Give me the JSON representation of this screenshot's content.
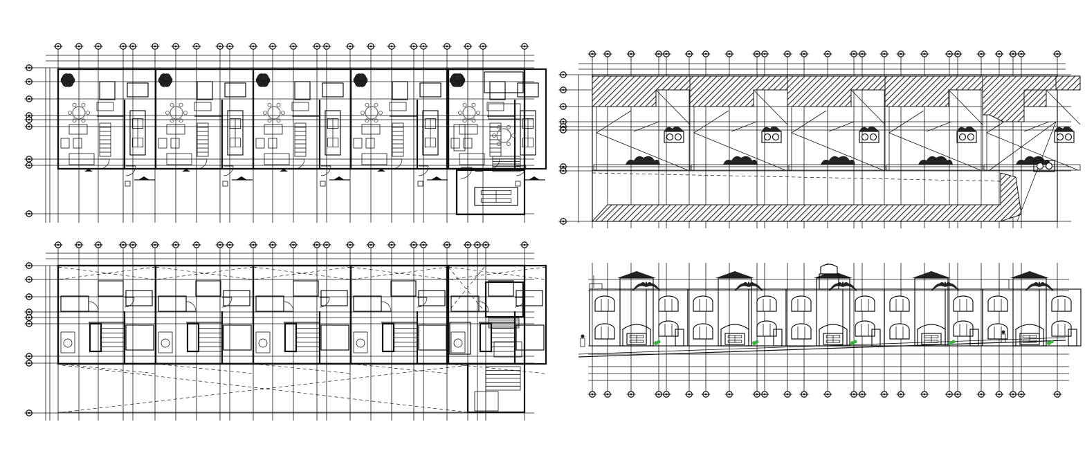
{
  "drawing": {
    "style": "cad-line-drawing",
    "colors": {
      "paper": "#ffffff",
      "ink": "#111111",
      "hatch": "#222222",
      "plant": "#3cb043"
    }
  },
  "panels": [
    {
      "id": "ground-floor-plan",
      "kind": "floor-plan",
      "units": 5,
      "grid_columns": 25,
      "grid_rows": 7
    },
    {
      "id": "roof-plan",
      "kind": "roof-plan",
      "units": 5,
      "grid_columns": 24,
      "grid_rows": 6
    },
    {
      "id": "upper-floor-plan",
      "kind": "floor-plan",
      "units": 5,
      "grid_columns": 25,
      "grid_rows": 7
    },
    {
      "id": "front-elevation",
      "kind": "elevation",
      "units": 5,
      "grid_columns": 24
    }
  ]
}
